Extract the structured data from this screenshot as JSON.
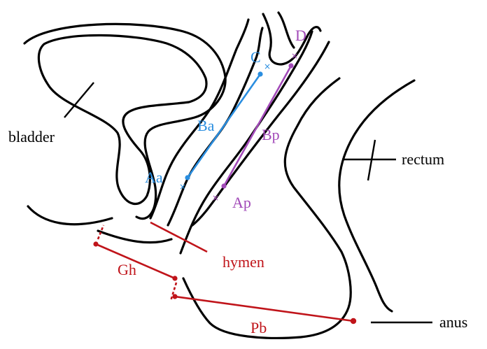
{
  "labels": {
    "bladder": "bladder",
    "rectum": "rectum",
    "hymen": "hymen",
    "anus": "anus",
    "gh": "Gh",
    "pb": "Pb",
    "aa": "Aa",
    "ba": "Ba",
    "c": "C",
    "d": "D",
    "ap": "Ap",
    "bp": "Bp"
  },
  "colors": {
    "outline": "#000000",
    "anterior": "#2a8ee0",
    "posterior": "#a24ab8",
    "hymen_measures": "#c0141a"
  },
  "points": [
    "Aa",
    "Ba",
    "C",
    "D",
    "Ap",
    "Bp"
  ],
  "measurements": [
    "Gh",
    "Pb"
  ]
}
